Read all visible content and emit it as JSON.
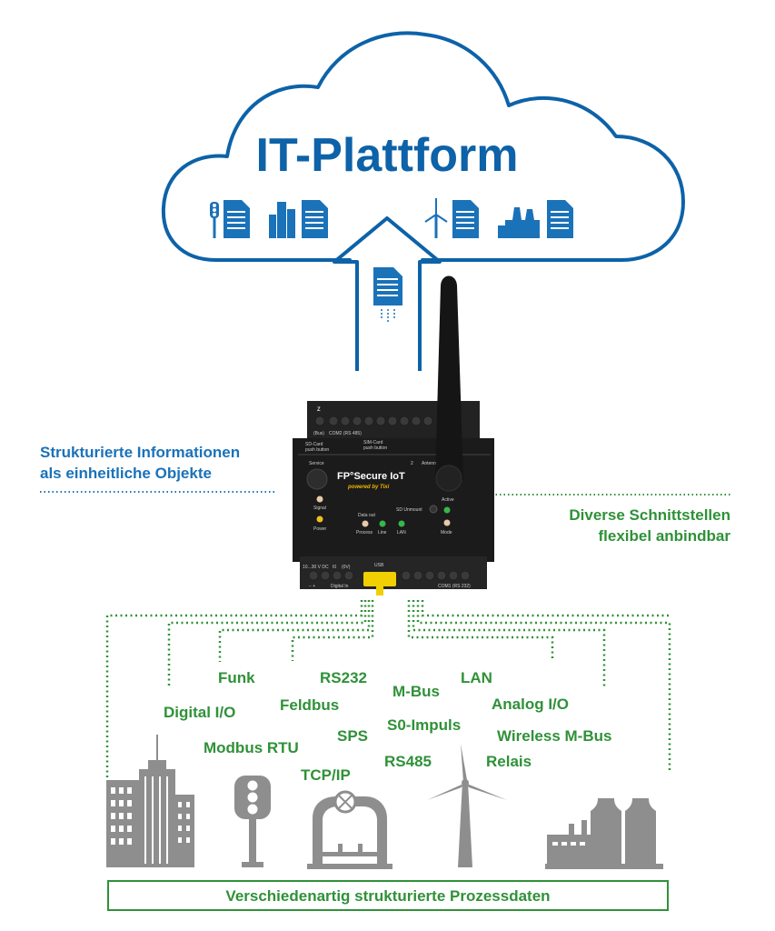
{
  "cloud": {
    "title": "IT-Plattform",
    "icons": [
      "traffic-light-document-icon",
      "buildings-document-icon",
      "wind-turbine-document-icon",
      "factory-document-icon"
    ]
  },
  "captions": {
    "left": [
      "Strukturierte Informationen",
      "als einheitliche Objekte"
    ],
    "right": [
      "Diverse Schnittstellen",
      "flexibel anbindbar"
    ]
  },
  "device": {
    "brand": "FP°Secure IoT",
    "powered_by": "powered by Tixi",
    "labels": {
      "z": "Z",
      "bus": "(Bus)",
      "com2": "COM2 (RS 485)",
      "sd_card": "SD-Card",
      "sd_push": "push button",
      "sim_card": "SIM-Card",
      "sim_push": "push button",
      "service": "Service",
      "antenna": "Antenna",
      "num2": "2",
      "signal": "Signal",
      "power": "Power",
      "data_out": "Data out",
      "process": "Process",
      "line": "Line",
      "lan": "LAN",
      "sd_unmount": "SD Unmount",
      "active": "Active",
      "mode": "Mode",
      "voltage": "10...30 V DC",
      "i0": "I0",
      "ov": "(0V)",
      "digital_in": "Digital In",
      "usb": "USB",
      "com1": "COM1 (RS 232)",
      "minus_plus": "−  +"
    }
  },
  "interfaces": [
    "Funk",
    "RS232",
    "LAN",
    "M-Bus",
    "Digital I/O",
    "Feldbus",
    "Analog I/O",
    "S0-Impuls",
    "SPS",
    "Modbus RTU",
    "Wireless M-Bus",
    "RS485",
    "Relais",
    "TCP/IP"
  ],
  "bottom_label": "Verschiedenartig strukturierte Prozessdaten",
  "colors": {
    "blue": "#0d62a8",
    "green": "#2f9138",
    "gray": "#8e8e8e",
    "device": "#1b1b1b"
  }
}
